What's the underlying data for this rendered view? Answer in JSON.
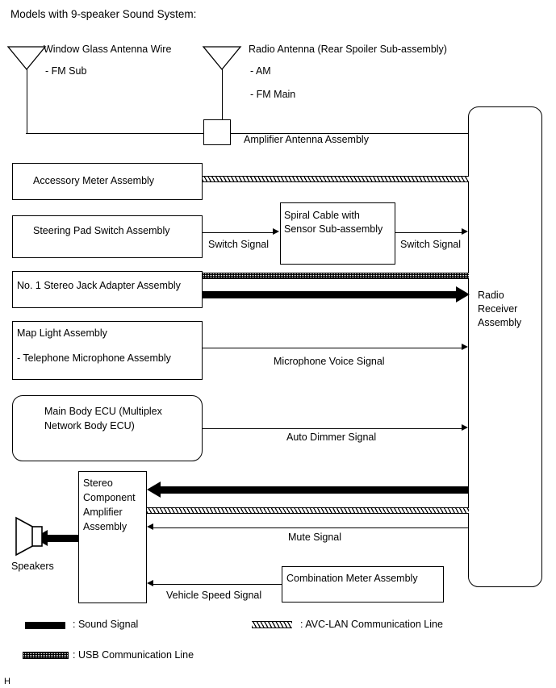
{
  "header": {
    "title": "Models with 9-speaker Sound System:"
  },
  "antennas": [
    {
      "icon": "antenna-icon",
      "label": "Window Glass Antenna Wire",
      "sublabels": [
        "- FM Sub"
      ]
    },
    {
      "icon": "antenna-icon",
      "label": "Radio Antenna (Rear Spoiler Sub-assembly)",
      "sublabels": [
        "- AM",
        "- FM Main"
      ]
    }
  ],
  "components": {
    "amplifier_antenna_assembly": "Amplifier Antenna Assembly",
    "accessory_meter_assembly": "Accessory Meter Assembly",
    "steering_pad_switch_assembly": "Steering Pad Switch Assembly",
    "spiral_cable": "Spiral Cable with\nSensor Sub-assembly",
    "stereo_jack_adapter_assembly": "No. 1 Stereo Jack Adapter Assembly",
    "map_light_assembly": "Map Light Assembly",
    "telephone_microphone_assembly": "- Telephone Microphone Assembly",
    "main_body_ecu": "Main Body ECU (Multiplex\nNetwork Body ECU)",
    "radio_receiver_assembly": "Radio\nReceiver\nAssembly",
    "stereo_component_amplifier": "Stereo\nComponent\nAmplifier\nAssembly",
    "combination_meter_assembly": "Combination Meter Assembly",
    "speakers": "Speakers"
  },
  "signals": {
    "switch_signal_left": "Switch Signal",
    "switch_signal_right": "Switch Signal",
    "microphone_voice_signal": "Microphone Voice Signal",
    "auto_dimmer_signal": "Auto Dimmer Signal",
    "mute_signal": "Mute Signal",
    "vehicle_speed_signal": "Vehicle Speed Signal"
  },
  "legend": [
    {
      "key": "sound-signal-swatch",
      "label": ": Sound Signal"
    },
    {
      "key": "avclan-swatch",
      "label": ": AVC-LAN Communication Line"
    },
    {
      "key": "usb-swatch",
      "label": ": USB Communication Line"
    }
  ],
  "footer": {
    "page_marker": "H"
  },
  "colors": {
    "line": "#000000",
    "background": "#ffffff"
  }
}
